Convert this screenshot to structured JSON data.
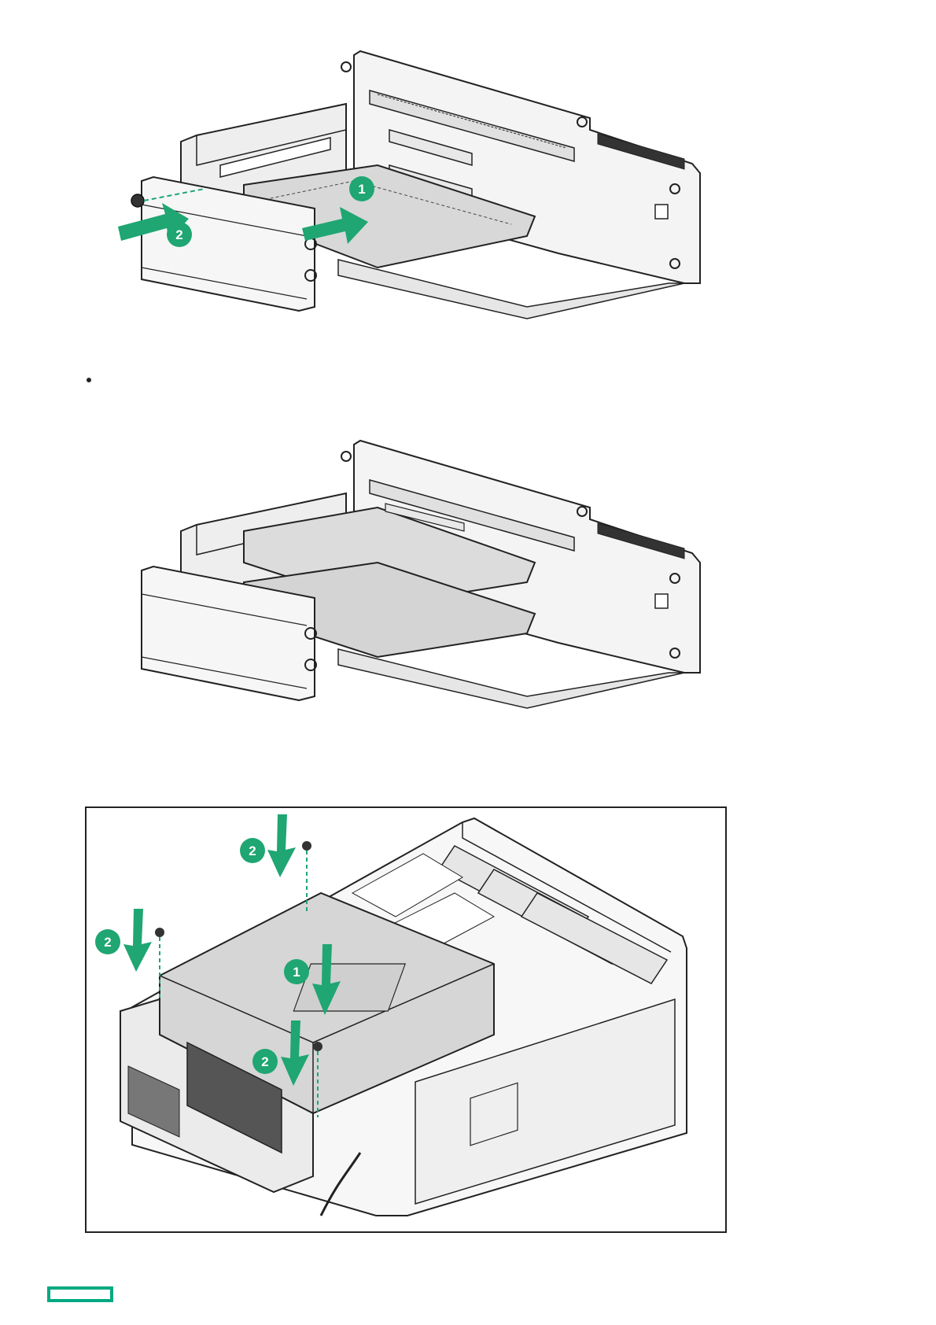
{
  "figures": [
    {
      "name": "riser-cage-install",
      "callouts": [
        "1",
        "2"
      ]
    },
    {
      "name": "riser-cage-two-cards-installed",
      "callouts": []
    },
    {
      "name": "riser-cage-chassis-install",
      "callouts": [
        "1",
        "2",
        "2",
        "2"
      ]
    }
  ],
  "list": {
    "bullet_text": ""
  },
  "colors": {
    "accent": "#01a982",
    "callout": "#1fa672",
    "line": "#222222",
    "panel_fill": "#f2f2f2",
    "board_fill": "#d8d8d8"
  },
  "icons": [
    "arrow-right-icon",
    "arrow-down-icon",
    "screw-icon",
    "hpe-logo"
  ]
}
